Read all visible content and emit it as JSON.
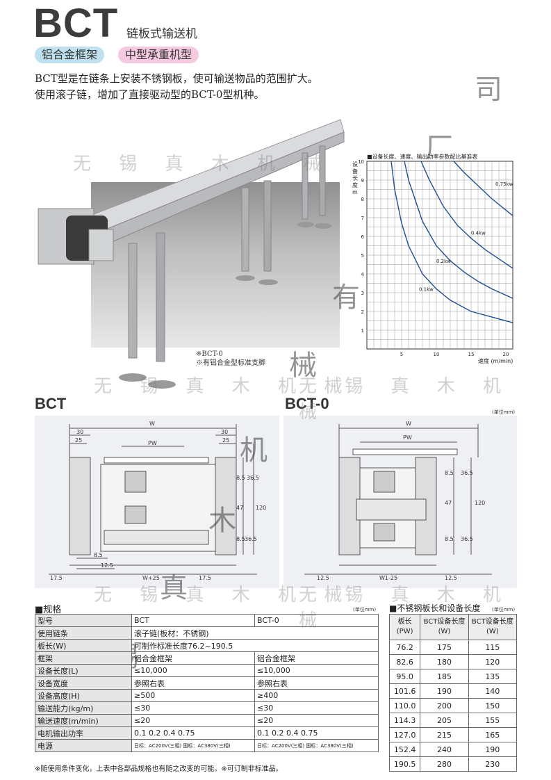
{
  "header": {
    "title": "BCT",
    "subtitle": "链板式输送机",
    "tags": [
      "铝合金框架",
      "中型承重机型"
    ],
    "desc": [
      "BCT型是在链条上安装不锈钢板，使可输送物品的范围扩大。",
      "使用滚子链，增加了直接驱动型的BCT-0型机种。"
    ]
  },
  "photo": {
    "notes": [
      "※BCT-0",
      "※有铝合金型标准支脚"
    ]
  },
  "watermark": {
    "row": "无 锡 真 木 机 械",
    "diag": [
      "司",
      "厂",
      "有",
      "械",
      "机",
      "木",
      "真",
      "锡"
    ]
  },
  "chart": {
    "title": "■设备长度、速度、输出功率参数配比基准表",
    "ylabel": "设备长度m",
    "xlabel": "速度 (m/min)"
  },
  "chart_data": {
    "type": "line",
    "title": "■设备长度、速度、输出功率参数配比基准表",
    "xlabel": "速度 (m/min)",
    "ylabel": "设备长度m",
    "xlim": [
      0,
      21
    ],
    "ylim": [
      0,
      10
    ],
    "xticks": [
      "5",
      "10",
      "15",
      "20"
    ],
    "yticks": [
      "1",
      "2",
      "3",
      "4",
      "5",
      "6",
      "7",
      "8",
      "9",
      "10"
    ],
    "grid": true,
    "series": [
      {
        "name": "0.1kw",
        "points": [
          [
            3.5,
            10
          ],
          [
            4,
            8.5
          ],
          [
            5,
            6.7
          ],
          [
            6,
            5.5
          ],
          [
            8,
            4
          ],
          [
            10,
            3.2
          ],
          [
            12,
            2.6
          ],
          [
            15,
            2
          ],
          [
            18,
            1.7
          ],
          [
            21,
            1.4
          ]
        ]
      },
      {
        "name": "0.2kw",
        "points": [
          [
            5.4,
            10
          ],
          [
            6,
            9
          ],
          [
            8,
            6.8
          ],
          [
            10,
            5.5
          ],
          [
            12,
            4.7
          ],
          [
            14,
            4.1
          ],
          [
            16,
            3.6
          ],
          [
            18,
            3.2
          ],
          [
            21,
            2.7
          ]
        ]
      },
      {
        "name": "0.4kw",
        "points": [
          [
            7.8,
            10
          ],
          [
            9,
            9
          ],
          [
            11,
            7.6
          ],
          [
            13,
            6.6
          ],
          [
            15,
            5.9
          ],
          [
            17,
            5.3
          ],
          [
            19,
            4.8
          ],
          [
            21,
            4.3
          ]
        ]
      },
      {
        "name": "0.75kw",
        "points": [
          [
            12.5,
            10
          ],
          [
            14,
            9.4
          ],
          [
            16,
            8.7
          ],
          [
            18,
            8
          ],
          [
            20,
            7.4
          ],
          [
            21,
            7.1
          ]
        ]
      }
    ]
  },
  "drawings": {
    "left": {
      "label": "BCT",
      "dims": [
        "W",
        "30",
        "25",
        "PW",
        "30",
        "25",
        "8.5",
        "36.5",
        "47",
        "120",
        "8.5",
        "36.5",
        "8.5",
        "12.5",
        "17.5",
        "W+25",
        "17.5"
      ]
    },
    "right": {
      "label": "BCT-0",
      "unit": "(单位mm)",
      "dims": [
        "W",
        "PW",
        "8.5",
        "36.5",
        "47",
        "120",
        "8.5",
        "36.5",
        "12.5",
        "W1-25",
        "12.5"
      ]
    }
  },
  "spec": {
    "heading": "■规格",
    "unit": "(单位mm)",
    "rows": [
      {
        "h": "型号",
        "a": "BCT",
        "b": "BCT-0"
      },
      {
        "h": "使用链条",
        "full": "滚子链(板材：不锈钢)"
      },
      {
        "h": "板长(W)",
        "full": "可制作标准长度76.2~190.5"
      },
      {
        "h": "框架",
        "a": "铝合金框架",
        "b": "铝合金框架"
      },
      {
        "h": "设备长度(L)",
        "a": "≤10,000",
        "b": "≤10,000"
      },
      {
        "h": "设备宽度",
        "a": "参照右表",
        "b": "参照右表"
      },
      {
        "h": "设备高度(H)",
        "a": "≥500",
        "b": "≥400"
      },
      {
        "h": "输送能力(kg/m)",
        "a": "≤30",
        "b": "≤30"
      },
      {
        "h": "输送速度(m/min)",
        "a": "≤20",
        "b": "≤20"
      },
      {
        "h": "电机输出功率",
        "a": "0.1 0.2 0.4 0.75",
        "b": "0.1 0.2 0.4 0.75"
      },
      {
        "h": "电源",
        "a": "日标：AC200V(三相) 国标：AC380V(三相)",
        "b": "日标：AC200V(三相) 国标：AC380V(三相)"
      }
    ],
    "footnote": "※随使用条件变化，上表中各部品规格也有随之改变的可能。※可订制非标准品。"
  },
  "lengths": {
    "heading": "■不锈钢板长和设备长度",
    "unit": "(单位mm)",
    "cols": [
      "板长(PW)",
      "BCT设备长度(W)",
      "BCT设备长度(W)"
    ],
    "rows": [
      [
        "76.2",
        "175",
        "115"
      ],
      [
        "82.6",
        "180",
        "120"
      ],
      [
        "95.0",
        "185",
        "135"
      ],
      [
        "101.6",
        "190",
        "140"
      ],
      [
        "110.0",
        "200",
        "150"
      ],
      [
        "114.3",
        "205",
        "155"
      ],
      [
        "127.0",
        "215",
        "165"
      ],
      [
        "152.4",
        "240",
        "190"
      ],
      [
        "190.5",
        "280",
        "230"
      ]
    ]
  }
}
